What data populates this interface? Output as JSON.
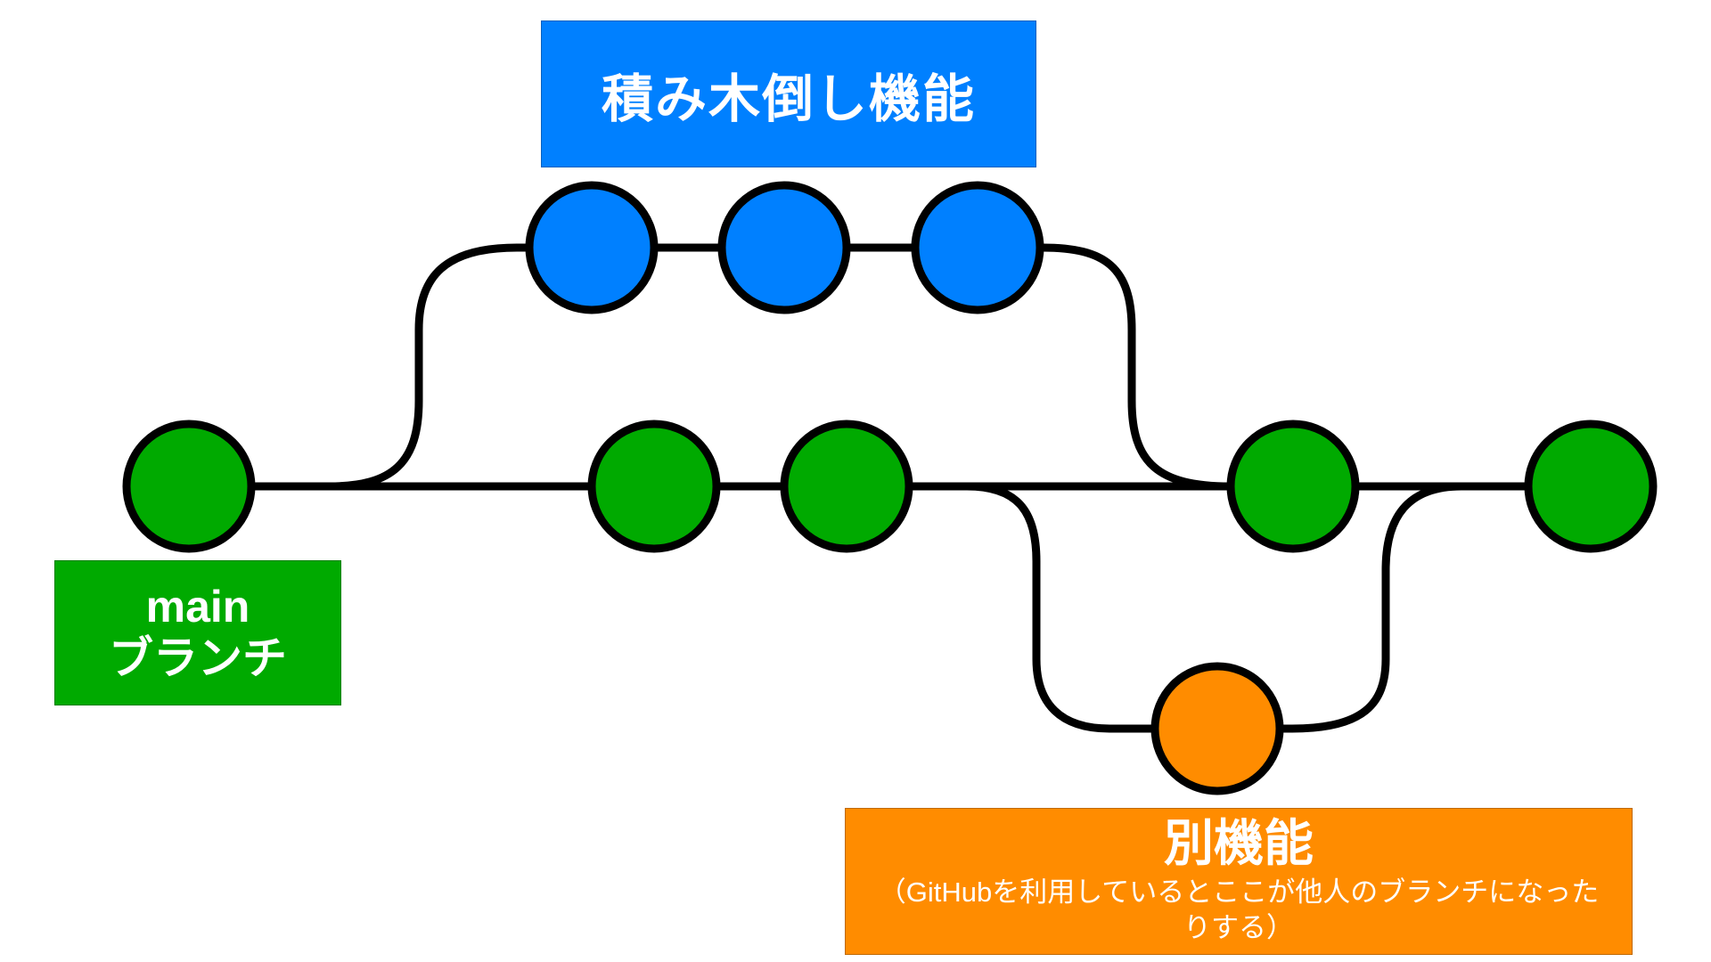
{
  "colors": {
    "main": "#00aa00",
    "feature": "#0080ff",
    "other": "#ff8c00",
    "line": "#000000"
  },
  "labels": {
    "feature": "積み木倒し機能",
    "main_line1": "main",
    "main_line2": "ブランチ",
    "other_title": "別機能",
    "other_note": "（GitHubを利用しているとここが他人のブランチになったりする）"
  },
  "branches": [
    {
      "name": "main",
      "commits": 5
    },
    {
      "name": "feature",
      "commits": 3
    },
    {
      "name": "other",
      "commits": 1
    }
  ]
}
